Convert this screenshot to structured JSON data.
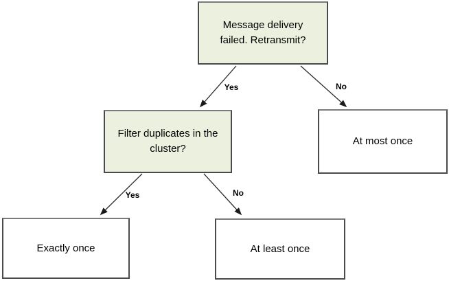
{
  "diagram": {
    "title_hint": "message delivery decision tree",
    "colors": {
      "decision_fill": "#ebf1de",
      "outcome_fill": "#ffffff",
      "border": "#4a4a4a",
      "text": "#000000",
      "arrow": "#2b2b2b"
    },
    "nodes": [
      {
        "id": "question-retransmit",
        "type": "decision",
        "label": "Message delivery failed. Retransmit?"
      },
      {
        "id": "question-filter-duplicates",
        "type": "decision",
        "label": "Filter duplicates in the cluster?"
      },
      {
        "id": "outcome-at-most-once",
        "type": "outcome",
        "label": "At most once"
      },
      {
        "id": "outcome-exactly-once",
        "type": "outcome",
        "label": "Exactly once"
      },
      {
        "id": "outcome-at-least-once",
        "type": "outcome",
        "label": "At least once"
      }
    ],
    "edges": [
      {
        "from": "question-retransmit",
        "to": "question-filter-duplicates",
        "label": "Yes"
      },
      {
        "from": "question-retransmit",
        "to": "outcome-at-most-once",
        "label": "No"
      },
      {
        "from": "question-filter-duplicates",
        "to": "outcome-exactly-once",
        "label": "Yes"
      },
      {
        "from": "question-filter-duplicates",
        "to": "outcome-at-least-once",
        "label": "No"
      }
    ]
  }
}
